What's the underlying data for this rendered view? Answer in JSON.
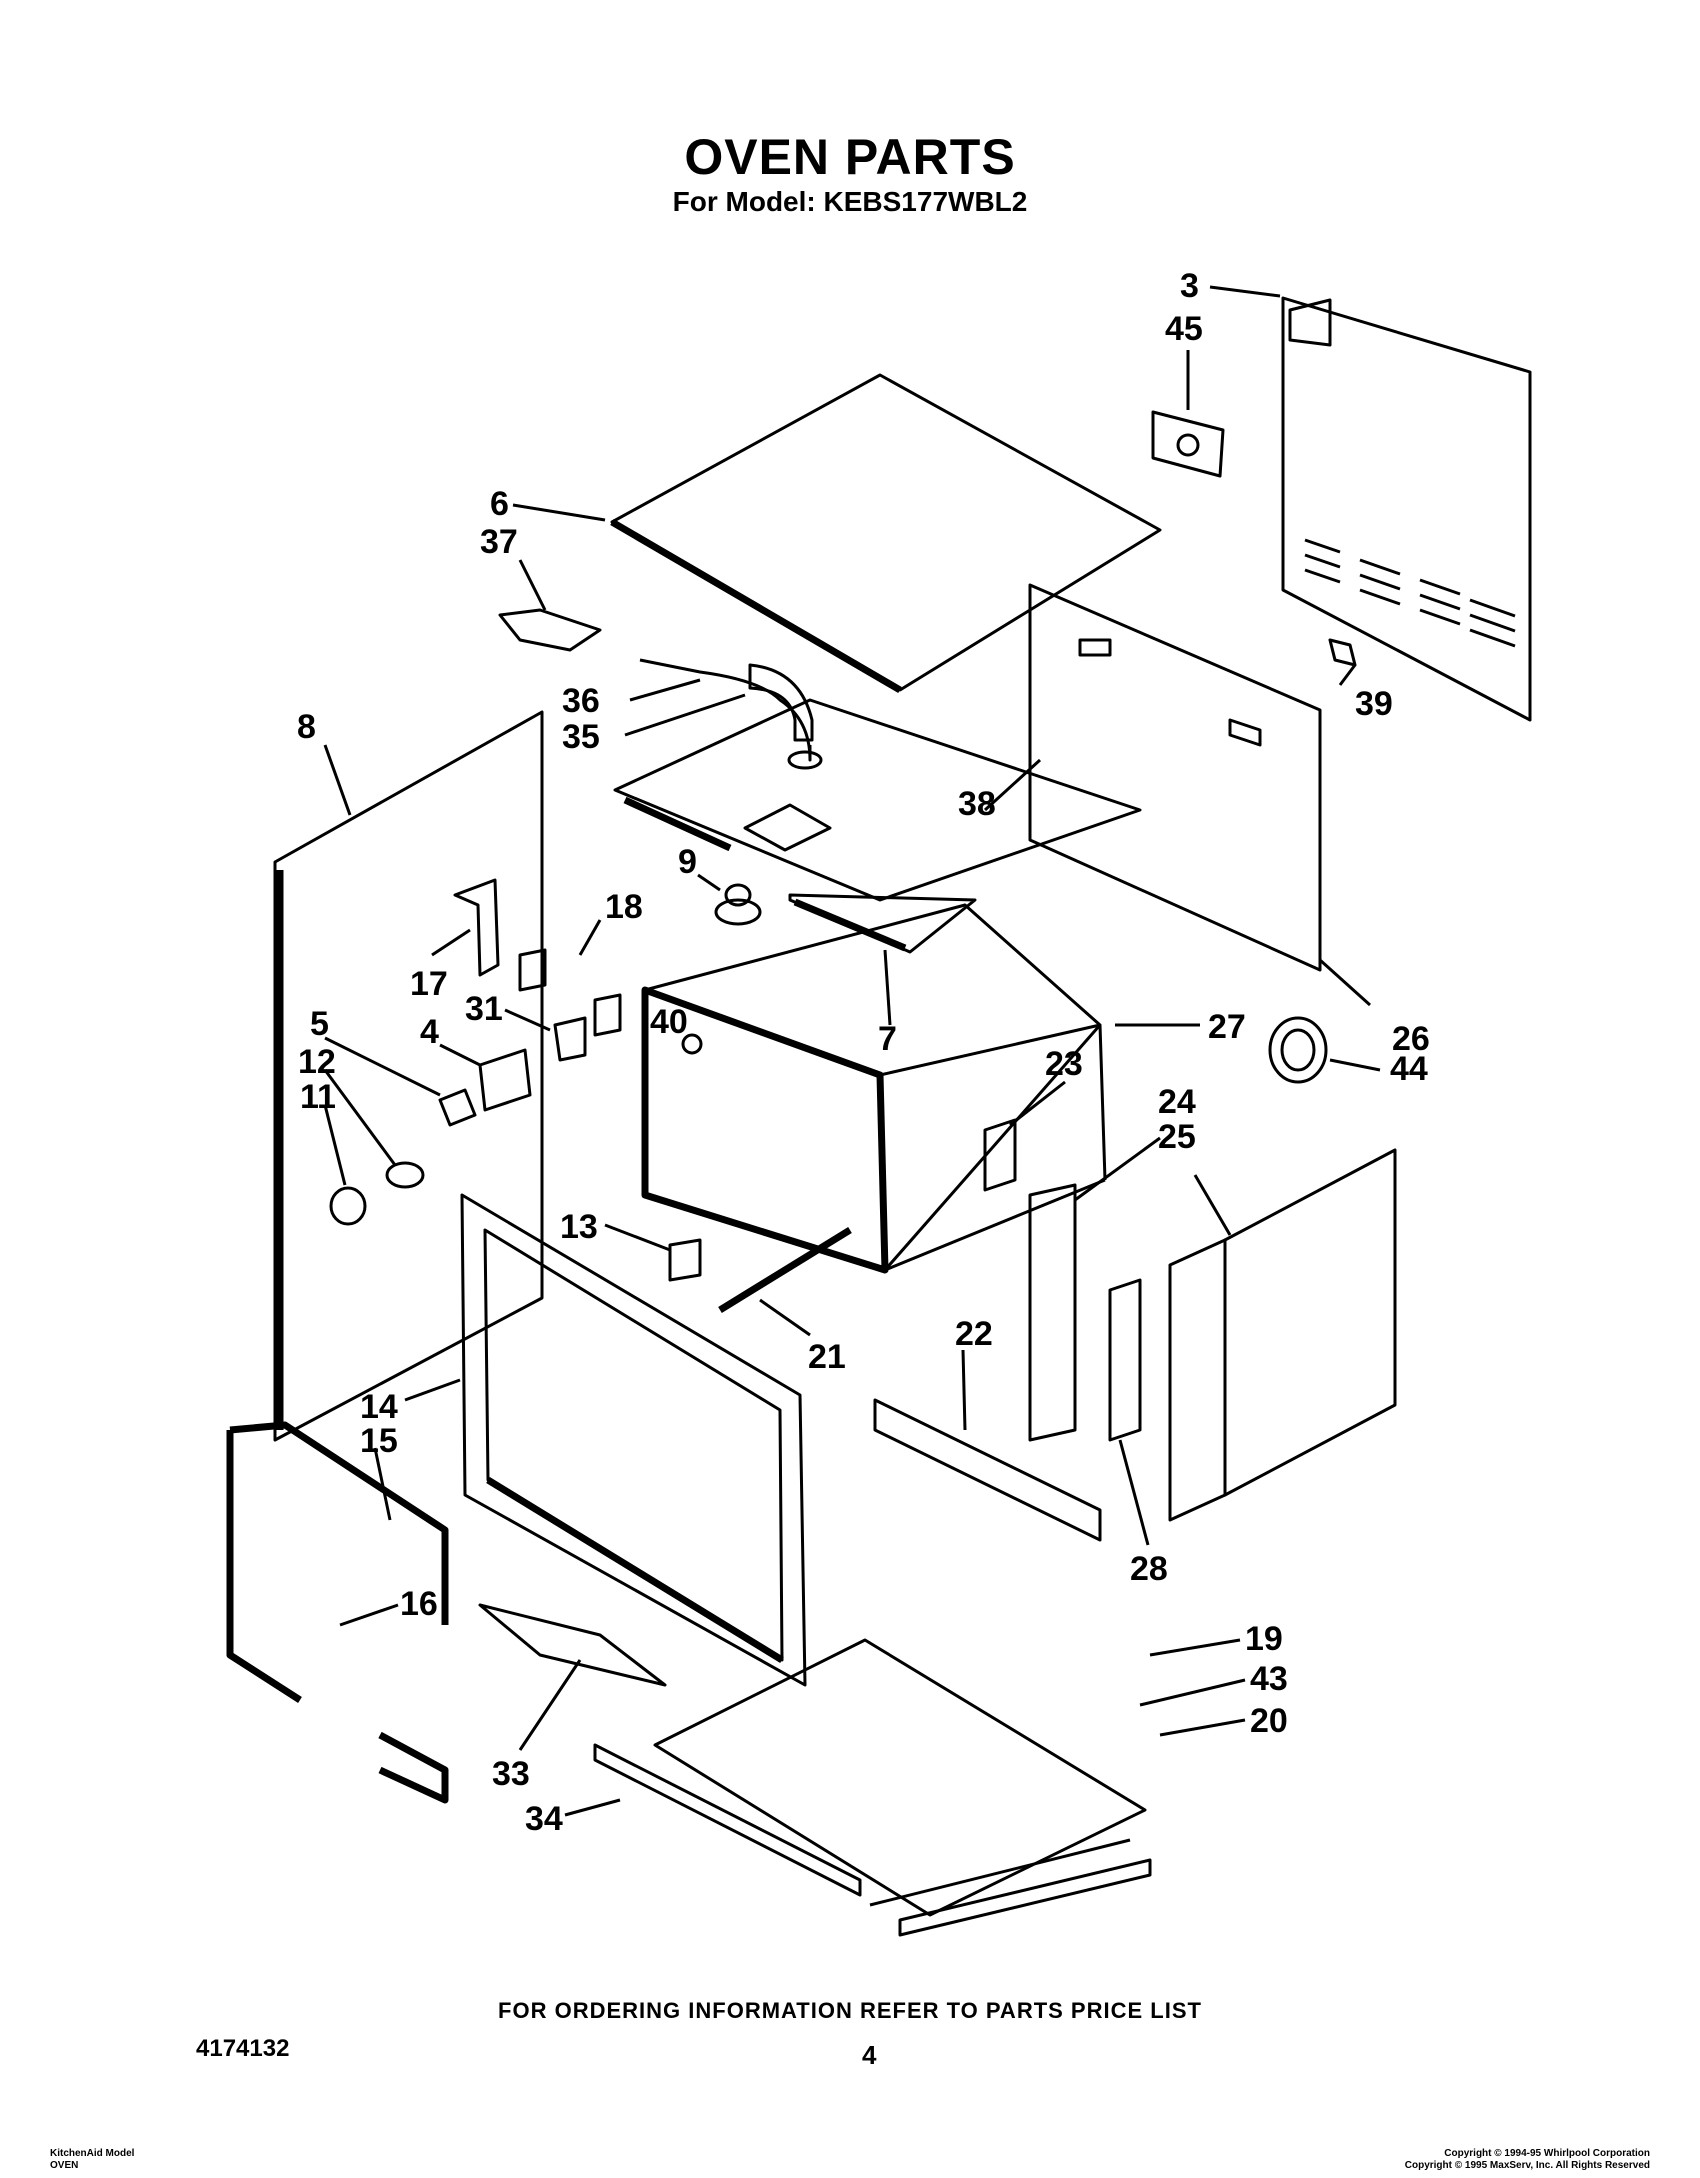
{
  "title": "OVEN PARTS",
  "subtitle": "For Model: KEBS177WBL2",
  "footer": {
    "ordering_note": "FOR ORDERING INFORMATION REFER TO PARTS PRICE LIST",
    "doc_number": "4174132",
    "page_number": "4",
    "left_note_line1": "KitchenAid Model",
    "left_note_line2": "OVEN",
    "copyright_line1": "Copyright © 1994-95 Whirlpool Corporation",
    "copyright_line2": "Copyright © 1995 MaxServ, Inc.  All Rights Reserved"
  },
  "callouts": {
    "p3": "3",
    "p45": "45",
    "p6": "6",
    "p37": "37",
    "p36": "36",
    "p35": "35",
    "p38": "38",
    "p39": "39",
    "p8": "8",
    "p9": "9",
    "p18": "18",
    "p17": "17",
    "p31": "31",
    "p7": "7",
    "p27": "27",
    "p26": "26",
    "p40": "40",
    "p23": "23",
    "p44": "44",
    "p5": "5",
    "p4": "4",
    "p12": "12",
    "p11": "11",
    "p24": "24",
    "p25": "25",
    "p13": "13",
    "p21": "21",
    "p22": "22",
    "p14": "14",
    "p15": "15",
    "p28": "28",
    "p16": "16",
    "p19": "19",
    "p43": "43",
    "p20": "20",
    "p33": "33",
    "p34": "34"
  }
}
